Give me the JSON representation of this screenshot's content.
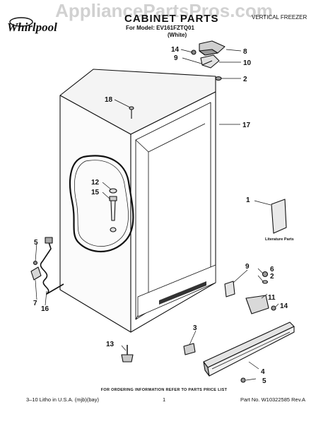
{
  "watermark": "AppliancePartsPros.com",
  "brand": "Whirlpool",
  "title": "CABINET PARTS",
  "header_right": "VERTICAL FREEZER",
  "model_line": "For Model: EV161FZTQ01",
  "color_line": "(White)",
  "literature_label": "Literature Parts",
  "callouts": {
    "c14_top": "14",
    "c8": "8",
    "c9_top": "9",
    "c10": "10",
    "c2_top": "2",
    "c18": "18",
    "c17": "17",
    "c1": "1",
    "c12": "12",
    "c15": "15",
    "c5_left": "5",
    "c7": "7",
    "c16": "16",
    "c9_right": "9",
    "c6": "6",
    "c2_right": "2",
    "c11": "11",
    "c14_right": "14",
    "c3": "3",
    "c13": "13",
    "c4": "4",
    "c5_bottom": "5"
  },
  "footer": {
    "note": "FOR ORDERING INFORMATION REFER TO PARTS PRICE LIST",
    "left": "3–10 Litho in U.S.A. (mjb)(bay)",
    "page": "1",
    "part_no": "Part No. W10322585 Rev.A"
  }
}
